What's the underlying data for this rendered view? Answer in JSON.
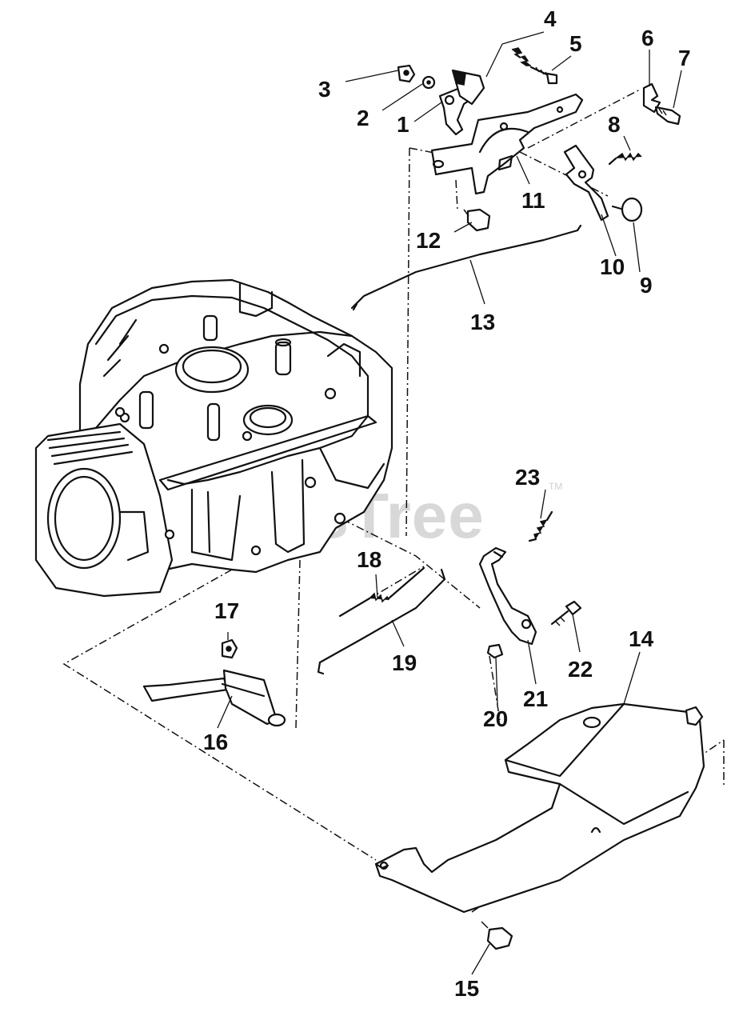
{
  "diagram": {
    "watermark": "PartsTree",
    "watermark_mark": "TM",
    "callouts": {
      "c1": "1",
      "c2": "2",
      "c3": "3",
      "c4": "4",
      "c5": "5",
      "c6": "6",
      "c7": "7",
      "c8": "8",
      "c9": "9",
      "c10": "10",
      "c11": "11",
      "c12": "12",
      "c13": "13",
      "c14": "14",
      "c15": "15",
      "c16": "16",
      "c17": "17",
      "c18": "18",
      "c19": "19",
      "c20": "20",
      "c21": "21",
      "c22": "22",
      "c23": "23"
    }
  }
}
